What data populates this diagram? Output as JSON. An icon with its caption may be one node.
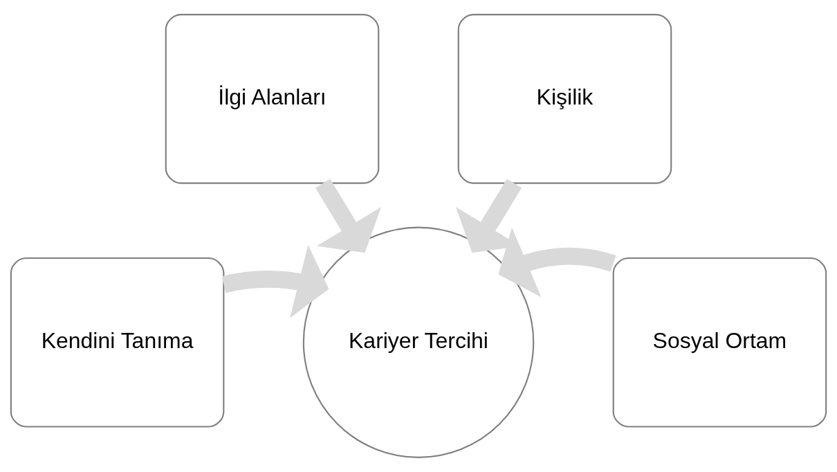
{
  "diagram": {
    "nodes": [
      {
        "text": [
          "İlgi Alanları"
        ]
      },
      {
        "text": [
          "Kişilik"
        ]
      },
      {
        "text": [
          "Kendini Tanıma"
        ]
      },
      {
        "text": [
          "Sosyal Ortam"
        ]
      },
      {
        "text": [
          "Kariyer Tercihi"
        ]
      }
    ],
    "edges": [
      {
        "from": 0,
        "to": 4,
        "arrow": "to"
      },
      {
        "from": 1,
        "to": 4,
        "arrow": "to"
      },
      {
        "from": 2,
        "to": 4,
        "arrow": "to"
      },
      {
        "from": 3,
        "to": 4,
        "arrow": "to"
      }
    ]
  }
}
